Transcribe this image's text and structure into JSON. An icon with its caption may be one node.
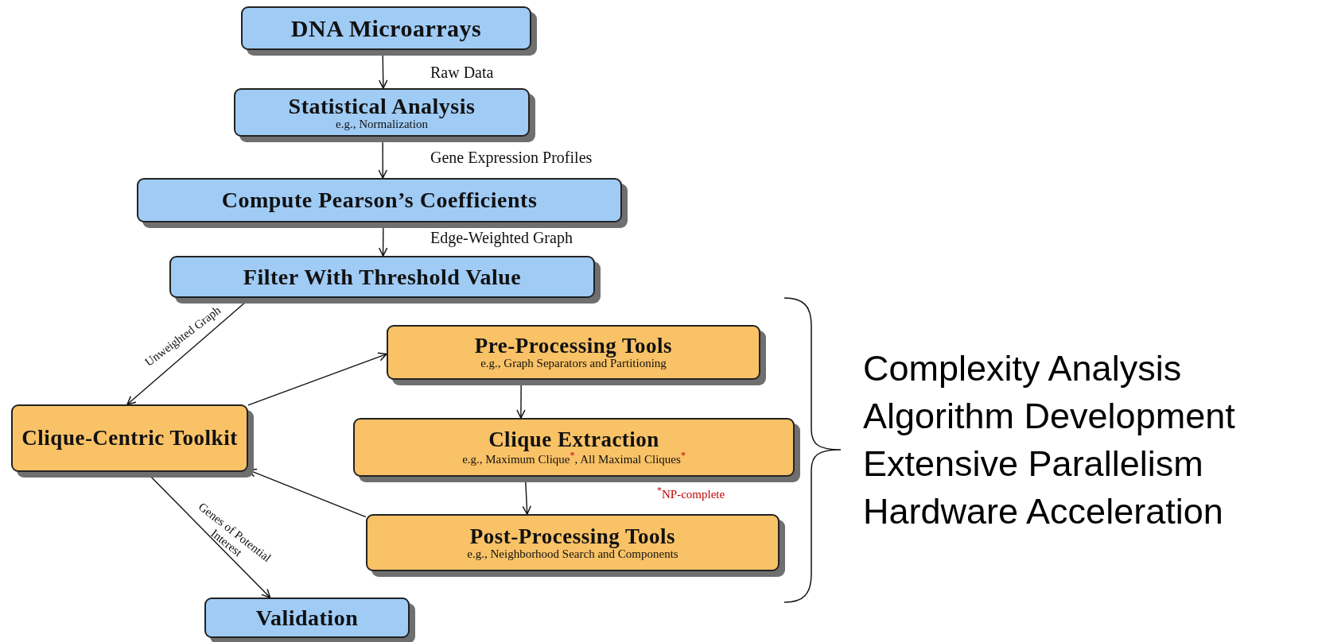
{
  "diagram": {
    "nodes": [
      {
        "text": [
          "DNA Microarrays"
        ]
      },
      {
        "text": [
          "Statistical Analysis",
          "e.g., Normalization"
        ]
      },
      {
        "text": [
          "Compute Pearson’s Coefficients"
        ]
      },
      {
        "text": [
          "Filter With Threshold Value"
        ]
      },
      {
        "text": [
          "Clique-Centric Toolkit"
        ]
      },
      {
        "text": [
          "Pre-Processing Tools",
          "e.g., Graph Separators and Partitioning"
        ]
      },
      {
        "text": [
          "Clique Extraction",
          "e.g., Maximum Clique$^{*}$, All Maximal Cliques$^{*}$"
        ]
      },
      {
        "text": [
          "Post-Processing Tools",
          "e.g., Neighborhood Search and Components"
        ]
      },
      {
        "text": [
          "Validation"
        ]
      }
    ],
    "edges": [
      {
        "from": 0,
        "to": 1,
        "arrow": "to",
        "label": "Raw Data"
      },
      {
        "from": 1,
        "to": 2,
        "arrow": "to",
        "label": "Gene Expression Profiles"
      },
      {
        "from": 2,
        "to": 3,
        "arrow": "to",
        "label": "Edge-Weighted Graph"
      },
      {
        "from": 3,
        "to": 4,
        "arrow": "to",
        "label": "Unweighted Graph"
      },
      {
        "from": 4,
        "to": 5,
        "arrow": "to"
      },
      {
        "from": 5,
        "to": 6,
        "arrow": "to"
      },
      {
        "from": 6,
        "to": 7,
        "arrow": "to"
      },
      {
        "from": 7,
        "to": 4,
        "arrow": "to"
      },
      {
        "from": 4,
        "to": 8,
        "arrow": "to",
        "label": "Genes of Potential Interest"
      }
    ],
    "labels": [
      "$^{*}$NP-complete",
      "Complexity Analysis",
      "Algorithm Development",
      "Extensive Parallelism",
      "Hardware Acceleration"
    ]
  }
}
